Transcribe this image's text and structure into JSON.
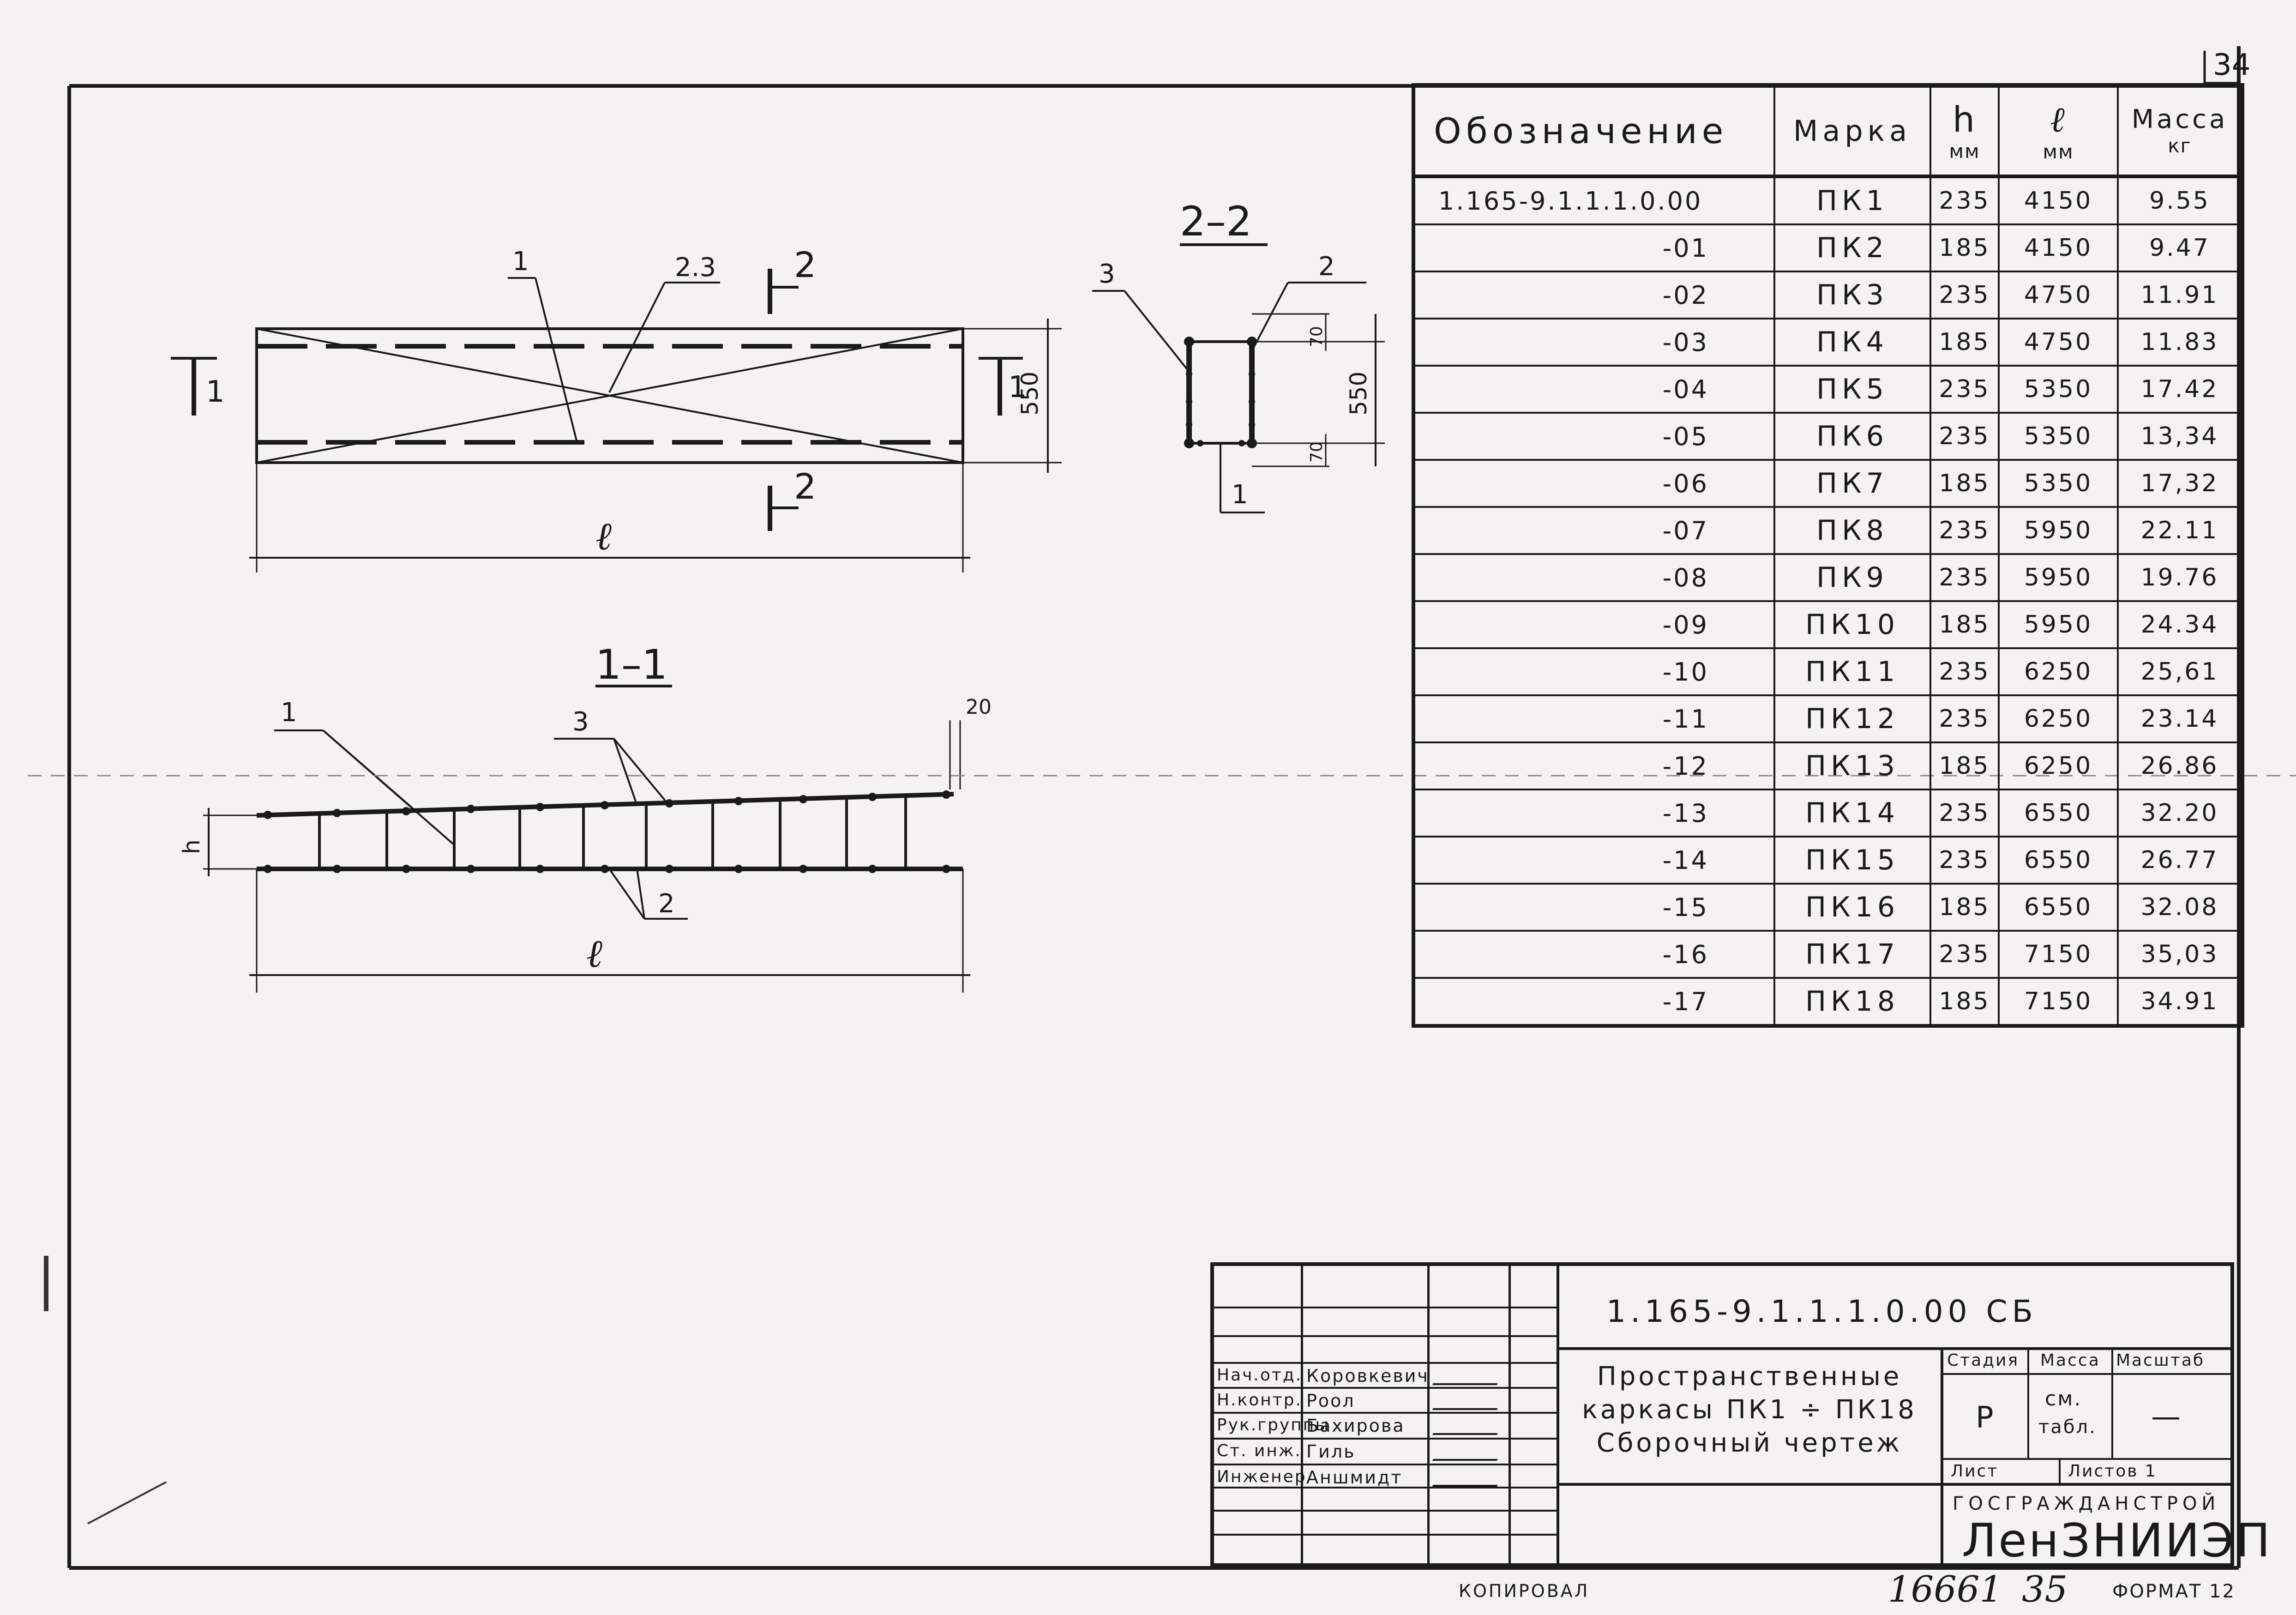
{
  "sheet": {
    "sheet_number": "34",
    "bottom_hand_number": "16661",
    "bottom_hand_page": "35",
    "copied_by_label": "КОПИРОВАЛ",
    "format_label": "ФОРМАТ 12"
  },
  "drawing": {
    "plan": {
      "callout_1": "1",
      "callout_23": "2.3",
      "section_2_top": "2",
      "section_2_bottom": "2",
      "section_1_left": "1",
      "section_1_right": "1",
      "height_dim": "550",
      "length_dim": "ℓ"
    },
    "section_22": {
      "title": "2–2",
      "callout_3": "3",
      "callout_2": "2",
      "callout_1": "1",
      "dim_70_top": "70",
      "dim_70_bottom": "70",
      "dim_550": "550"
    },
    "section_11": {
      "title": "1–1",
      "callout_1": "1",
      "callout_3": "3",
      "callout_2": "2",
      "dim_20": "20",
      "dim_h": "h",
      "length_dim": "ℓ"
    }
  },
  "spec_table": {
    "headers": {
      "designation": "Обозначение",
      "mark": "Марка",
      "h": "h",
      "h_unit": "мм",
      "l": "ℓ",
      "l_unit": "мм",
      "mass": "Масса",
      "mass_unit": "кг"
    },
    "rows": [
      {
        "designation": "1.165-9.1.1.1.0.00",
        "mark": "ПК1",
        "h": "235",
        "l": "4150",
        "mass": "9.55"
      },
      {
        "designation": "-01",
        "mark": "ПК2",
        "h": "185",
        "l": "4150",
        "mass": "9.47"
      },
      {
        "designation": "-02",
        "mark": "ПК3",
        "h": "235",
        "l": "4750",
        "mass": "11.91"
      },
      {
        "designation": "-03",
        "mark": "ПК4",
        "h": "185",
        "l": "4750",
        "mass": "11.83"
      },
      {
        "designation": "-04",
        "mark": "ПК5",
        "h": "235",
        "l": "5350",
        "mass": "17.42"
      },
      {
        "designation": "-05",
        "mark": "ПК6",
        "h": "235",
        "l": "5350",
        "mass": "13,34"
      },
      {
        "designation": "-06",
        "mark": "ПК7",
        "h": "185",
        "l": "5350",
        "mass": "17,32"
      },
      {
        "designation": "-07",
        "mark": "ПК8",
        "h": "235",
        "l": "5950",
        "mass": "22.11"
      },
      {
        "designation": "-08",
        "mark": "ПК9",
        "h": "235",
        "l": "5950",
        "mass": "19.76"
      },
      {
        "designation": "-09",
        "mark": "ПК10",
        "h": "185",
        "l": "5950",
        "mass": "24.34"
      },
      {
        "designation": "-10",
        "mark": "ПК11",
        "h": "235",
        "l": "6250",
        "mass": "25,61"
      },
      {
        "designation": "-11",
        "mark": "ПК12",
        "h": "235",
        "l": "6250",
        "mass": "23.14"
      },
      {
        "designation": "-12",
        "mark": "ПК13",
        "h": "185",
        "l": "6250",
        "mass": "26.86"
      },
      {
        "designation": "-13",
        "mark": "ПК14",
        "h": "235",
        "l": "6550",
        "mass": "32.20"
      },
      {
        "designation": "-14",
        "mark": "ПК15",
        "h": "235",
        "l": "6550",
        "mass": "26.77"
      },
      {
        "designation": "-15",
        "mark": "ПК16",
        "h": "185",
        "l": "6550",
        "mass": "32.08"
      },
      {
        "designation": "-16",
        "mark": "ПК17",
        "h": "235",
        "l": "7150",
        "mass": "35,03"
      },
      {
        "designation": "-17",
        "mark": "ПК18",
        "h": "185",
        "l": "7150",
        "mass": "34.91"
      }
    ]
  },
  "title_block": {
    "doc_code": "1.165-9.1.1.1.0.00 СБ",
    "title_line1": "Пространственные",
    "title_line2": "каркасы ПК1 ÷ ПК18",
    "title_line3": "Сборочный чертеж",
    "stage_label": "Стадия",
    "mass_label": "Масса",
    "scale_label": "Масштаб",
    "stage_value": "Р",
    "mass_value_1": "см.",
    "mass_value_2": "табл.",
    "scale_value": "—",
    "sheet_label": "Лист",
    "sheets_label": "Листов 1",
    "org_line1": "ГОСГРАЖДАНСТРОЙ",
    "org_line2": "ЛенЗНИИЭП",
    "signers": [
      {
        "role": "Нач.отд.",
        "name": "Коровкевич"
      },
      {
        "role": "Н.контр.",
        "name": "Роол"
      },
      {
        "role": "Рук.группы",
        "name": "Бахирова"
      },
      {
        "role": "Ст. инж.",
        "name": "Гиль"
      },
      {
        "role": "Инженер",
        "name": "Аншмидт"
      }
    ]
  }
}
